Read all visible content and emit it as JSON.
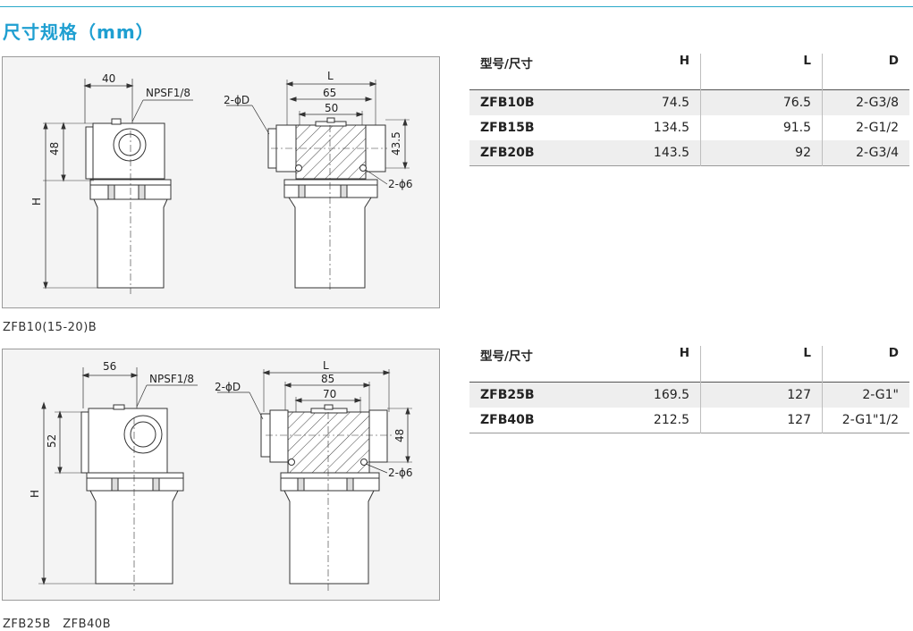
{
  "header": {
    "title": "尺寸规格（mm）"
  },
  "colors": {
    "accent": "#1f9fd1",
    "rule": "#2aa9c9"
  },
  "section1": {
    "caption": "ZFB10(15-20)B",
    "drawing": {
      "dim_top_width": "40",
      "thread_label": "NPSF1/8",
      "dim_port_height": "48",
      "dim_total": "H",
      "port_label": "2-ϕD",
      "dim_L": "L",
      "dim_outer": "65",
      "dim_inner": "50",
      "dim_side": "43.5",
      "hole_label": "2-ϕ6"
    },
    "table": {
      "headers": [
        "型号/尺寸",
        "H",
        "L",
        "D"
      ],
      "rows": [
        [
          "ZFB10B",
          "74.5",
          "76.5",
          "2-G3/8"
        ],
        [
          "ZFB15B",
          "134.5",
          "91.5",
          "2-G1/2"
        ],
        [
          "ZFB20B",
          "143.5",
          "92",
          "2-G3/4"
        ]
      ]
    }
  },
  "section2": {
    "caption": "ZFB25B　ZFB40B",
    "drawing": {
      "dim_top_width": "56",
      "thread_label": "NPSF1/8",
      "dim_port_height": "52",
      "dim_total": "H",
      "port_label": "2-ϕD",
      "dim_L": "L",
      "dim_outer": "85",
      "dim_inner": "70",
      "dim_side": "48",
      "hole_label": "2-ϕ6"
    },
    "table": {
      "headers": [
        "型号/尺寸",
        "H",
        "L",
        "D"
      ],
      "rows": [
        [
          "ZFB25B",
          "169.5",
          "127",
          "2-G1\""
        ],
        [
          "ZFB40B",
          "212.5",
          "127",
          "2-G1\"1/2"
        ]
      ]
    }
  }
}
